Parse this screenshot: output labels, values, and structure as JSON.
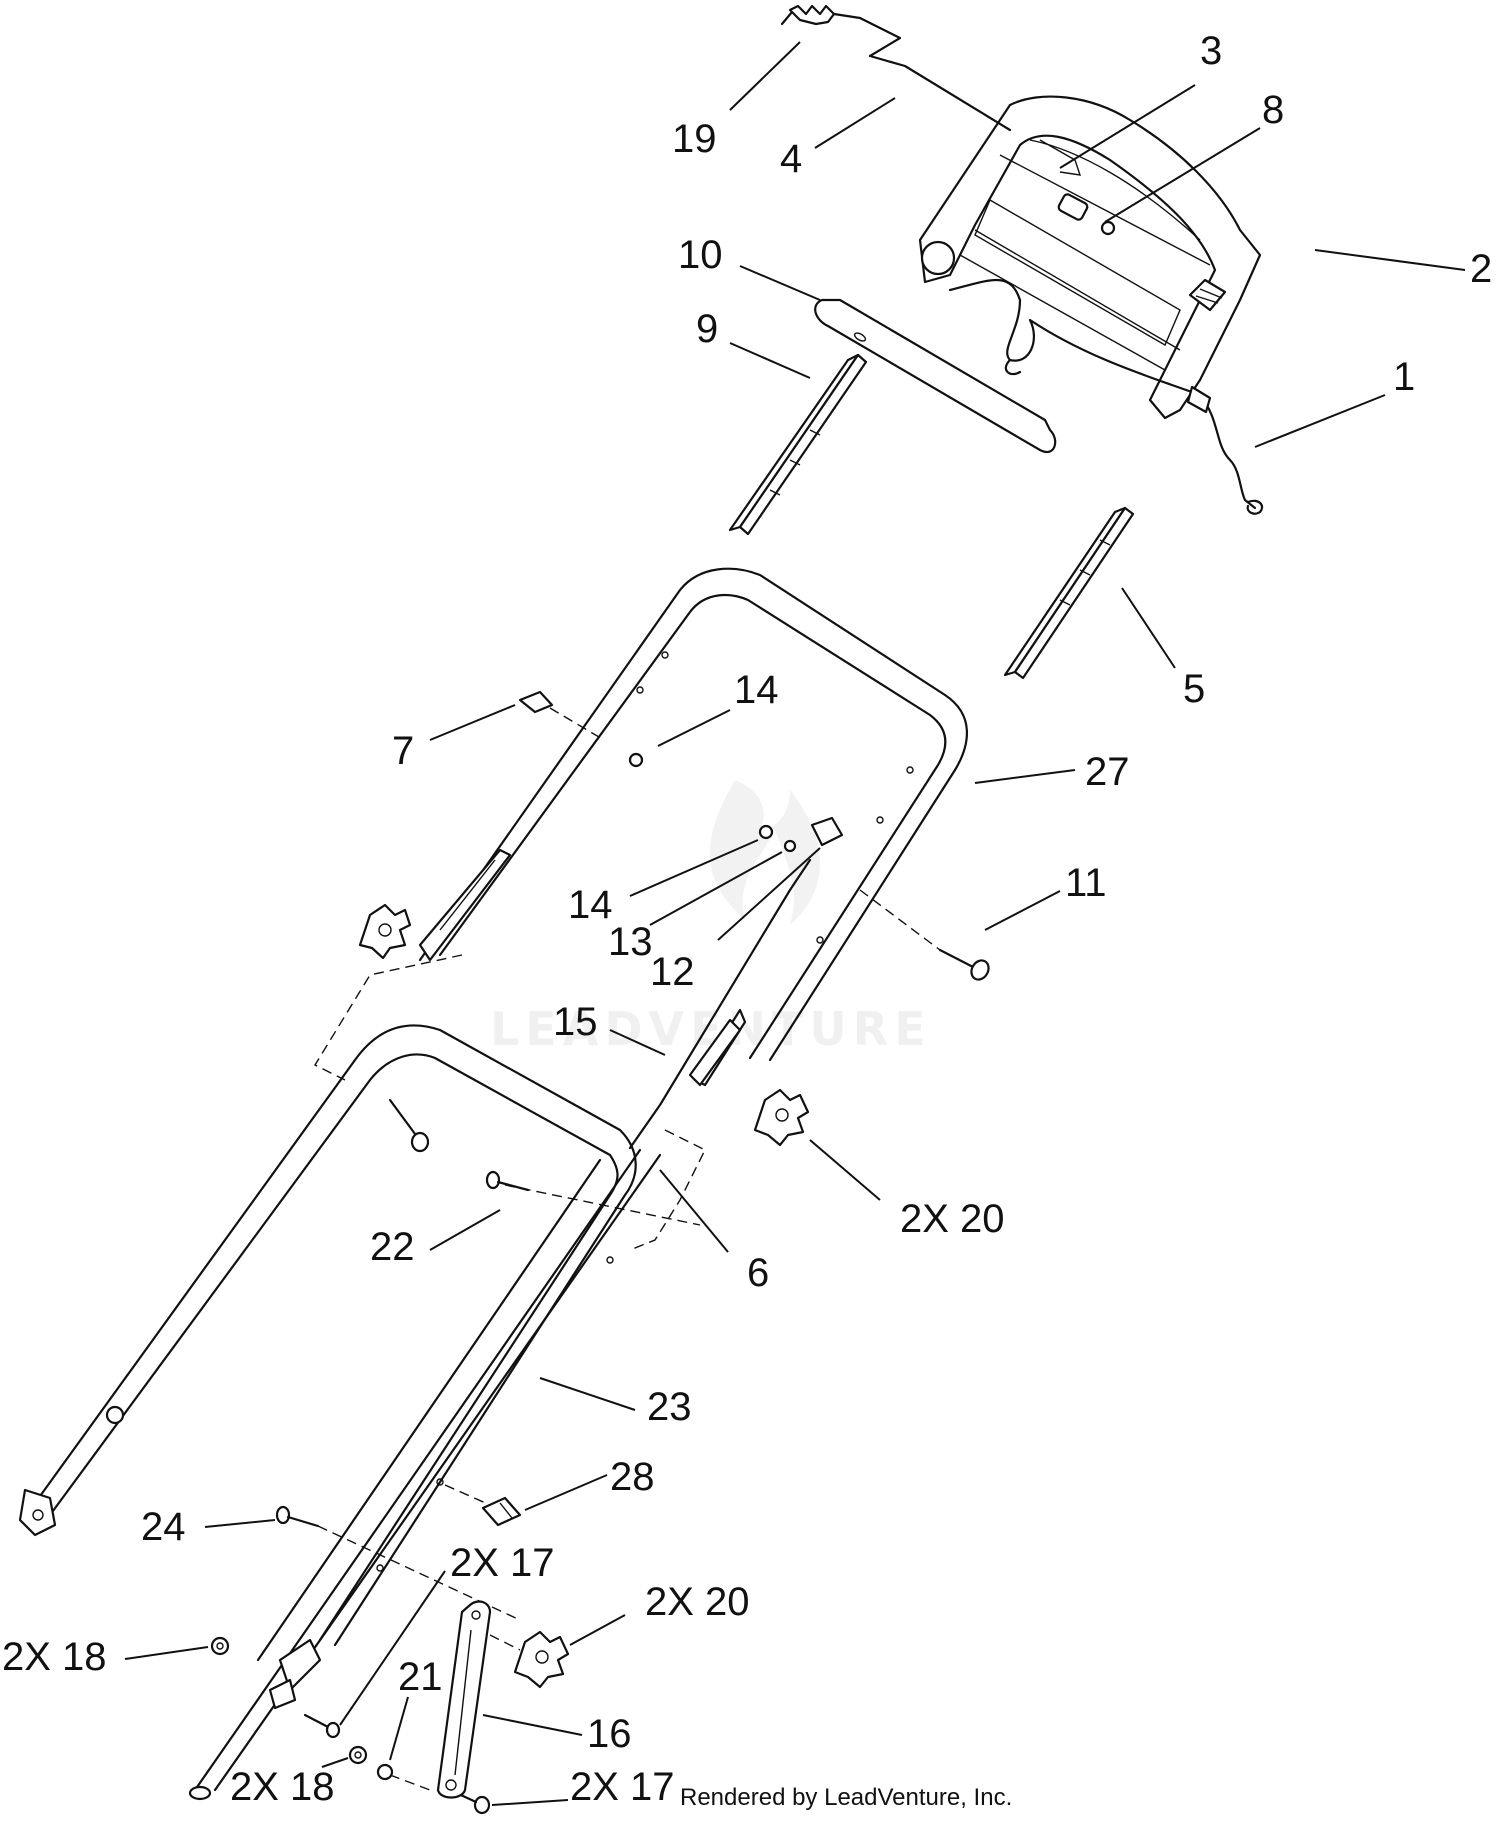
{
  "callouts": [
    {
      "text": "19"
    },
    {
      "text": "4"
    },
    {
      "text": "3"
    },
    {
      "text": "8"
    },
    {
      "text": "2"
    },
    {
      "text": "10"
    },
    {
      "text": "9"
    },
    {
      "text": "1"
    },
    {
      "text": "5"
    },
    {
      "text": "14"
    },
    {
      "text": "7"
    },
    {
      "text": "27"
    },
    {
      "text": "11"
    },
    {
      "text": "14"
    },
    {
      "text": "13"
    },
    {
      "text": "12"
    },
    {
      "text": "15"
    },
    {
      "text": "2X 20"
    },
    {
      "text": "22"
    },
    {
      "text": "6"
    },
    {
      "text": "23"
    },
    {
      "text": "28"
    },
    {
      "text": "24"
    },
    {
      "text": "2X 17"
    },
    {
      "text": "2X 20"
    },
    {
      "text": "2X 18"
    },
    {
      "text": "21"
    },
    {
      "text": "16"
    },
    {
      "text": "2X 18"
    },
    {
      "text": "2X 17"
    }
  ],
  "watermark": "LEADVENTURE",
  "credit": "Rendered by LeadVenture, Inc."
}
